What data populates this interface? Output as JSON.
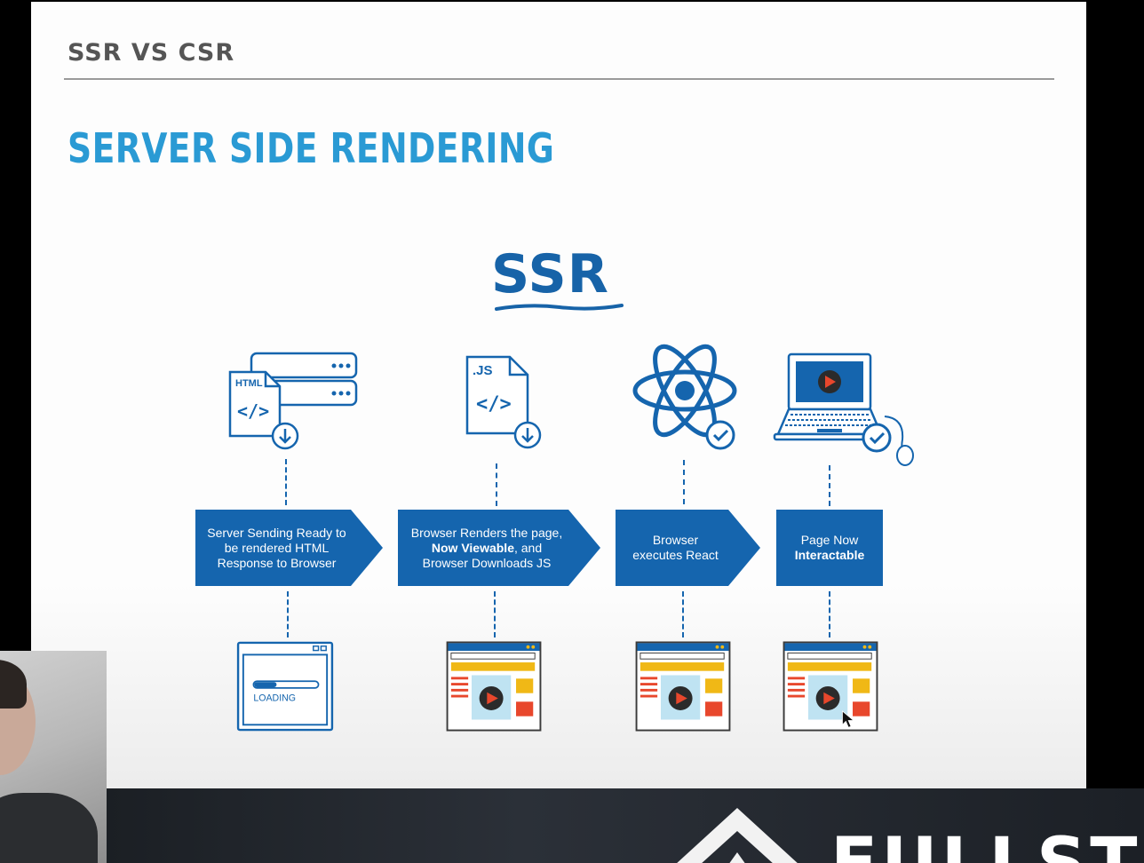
{
  "slide": {
    "section_title": "SSR VS CSR",
    "title": "SERVER SIDE RENDERING",
    "logo_text": "SSR",
    "accent_color": "#2a9ad4",
    "brand_blue": "#1565ae"
  },
  "steps": [
    {
      "icon": "html-file-server-icon",
      "icon_label": "HTML",
      "text_parts": [
        "Server Sending Ready to be rendered HTML Response to Browser"
      ],
      "screen": "loading-browser",
      "screen_label": "LOADING"
    },
    {
      "icon": "js-file-download-icon",
      "icon_label": ".JS",
      "text_parts": [
        "Browser Renders the page, ",
        "Now Viewable",
        ", and Browser Downloads JS"
      ],
      "screen": "rendered-browser"
    },
    {
      "icon": "react-atom-check-icon",
      "text_parts": [
        "Browser executes React"
      ],
      "screen": "rendered-browser"
    },
    {
      "icon": "laptop-check-icon",
      "text_parts": [
        "Page Now ",
        "Interactable"
      ],
      "screen": "rendered-browser-cursor"
    }
  ],
  "banner": {
    "text": "FULLSTA"
  }
}
